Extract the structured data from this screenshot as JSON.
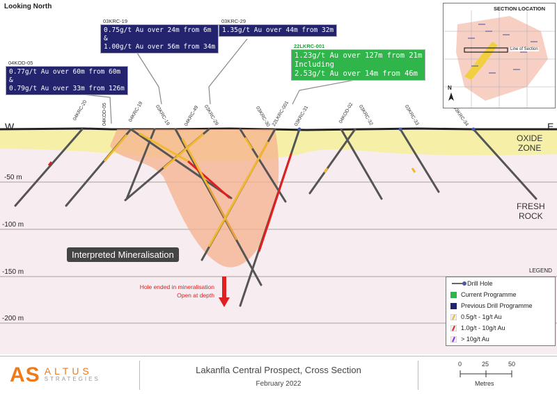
{
  "header": {
    "view_direction": "Looking North",
    "west": "W",
    "east": "E"
  },
  "zones": {
    "oxide_line1": "OXIDE",
    "oxide_line2": "ZONE",
    "fresh_line1": "FRESH",
    "fresh_line2": "ROCK"
  },
  "depth_labels": [
    "-50 m",
    "-100 m",
    "-150 m",
    "-200 m"
  ],
  "holes": [
    "04KRC-20",
    "04KOD-05",
    "04KRC-19",
    "03KRC-19",
    "04KRC-49",
    "03KRC-29",
    "03KRC-30",
    "22LKRC-001",
    "03KRC-31",
    "04KOD-02",
    "03KRC-32",
    "03KRC-33",
    "03KRC-34"
  ],
  "callouts": [
    {
      "hole": "04KOD-05",
      "lines": [
        "0.77g/t Au over 60m from 60m",
        "&",
        "0.79g/t Au over 33m from 126m"
      ]
    },
    {
      "hole": "03KRC-19",
      "lines": [
        "0.75g/t Au over 24m from 6m",
        "&",
        "1.00g/t Au over 56m from 34m"
      ]
    },
    {
      "hole": "03KRC-29",
      "lines": [
        "1.35g/t Au over 44m from 32m"
      ]
    },
    {
      "hole": "22LKRC-001",
      "lines": [
        "1.23g/t Au over 127m from 21m",
        "Including",
        "2.53g/t Au over 14m from 46m"
      ]
    }
  ],
  "mineralisation_label": "Interpreted Mineralisation",
  "hole_note": {
    "line1": "Hole ended in mineralisation",
    "line2": "Open at depth"
  },
  "inset": {
    "title": "SECTION LOCATION",
    "line_label": "Line of Section",
    "north": "N"
  },
  "legend": {
    "title": "LEGEND",
    "items": [
      {
        "label": "Drill Hole",
        "color": "#666666"
      },
      {
        "label": "Current Programme",
        "color": "#2fb54a"
      },
      {
        "label": "Previous Drill Programme",
        "color": "#24246e"
      },
      {
        "label": "0.5g/t - 1g/t Au",
        "color": "#f0b830"
      },
      {
        "label": "1.0g/t - 10g/t Au",
        "color": "#e02020"
      },
      {
        "label": "> 10g/t Au",
        "color": "#8a2be2"
      }
    ]
  },
  "footer": {
    "logo_mark": "AS",
    "company_line1": "ALTUS",
    "company_line2": "STRATEGIES",
    "title": "Lakanfla Central Prospect, Cross Section",
    "date": "February 2022",
    "scale_ticks": [
      "0",
      "25",
      "50"
    ],
    "scale_unit": "Metres"
  },
  "colors": {
    "callout_previous": "#24246e",
    "callout_current": "#2fb54a",
    "oxide": "#f5efa8",
    "fresh_rock": "#f7ecef",
    "mineralisation": "#f6b28e"
  }
}
